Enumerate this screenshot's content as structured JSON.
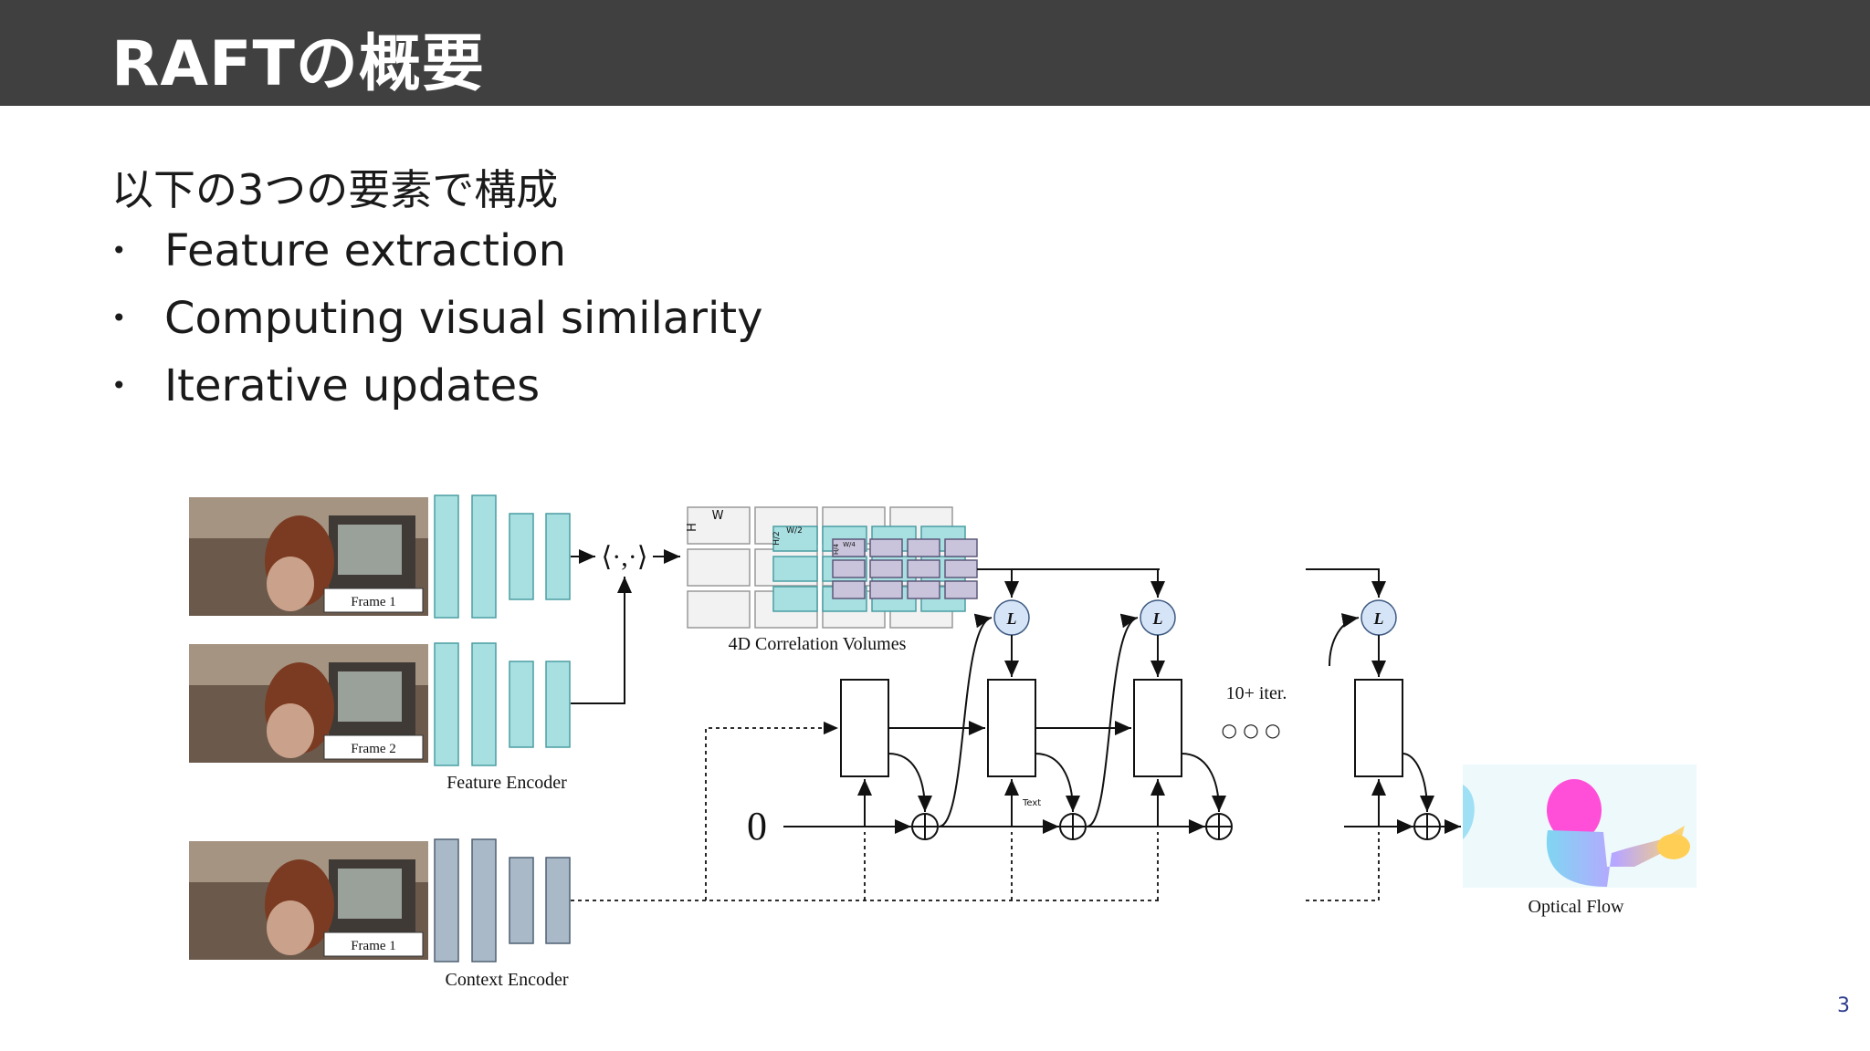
{
  "slide": {
    "title": "RAFTの概要",
    "intro": "以下の3つの要素で構成",
    "bullets": [
      "Feature extraction",
      "Computing visual similarity",
      "Iterative updates"
    ],
    "page_number": "3"
  },
  "diagram": {
    "frame_labels": [
      "Frame 1",
      "Frame 2",
      "Frame 1"
    ],
    "feature_encoder_label": "Feature Encoder",
    "context_encoder_label": "Context Encoder",
    "inner_product_symbol": "⟨·,·⟩",
    "correlation_label": "4D Correlation Volumes",
    "dim_labels": {
      "h": "H",
      "w": "W",
      "h2": "H/2",
      "w2": "W/2",
      "h4": "H/4",
      "w4": "W/4"
    },
    "lookup_symbol": "L",
    "iteration_label": "10+ iter.",
    "ellipsis": "○ ○ ○",
    "zero_symbol": "0",
    "small_text_label": "Text",
    "output_label": "Optical Flow",
    "colors": {
      "feature_encoder": "#a8e0e2",
      "context_encoder": "#aab9c8",
      "lookup_node": "#d6e4f7",
      "correlation_fine": "#c9c4dc",
      "correlation_mid": "#a8e0e2"
    }
  }
}
